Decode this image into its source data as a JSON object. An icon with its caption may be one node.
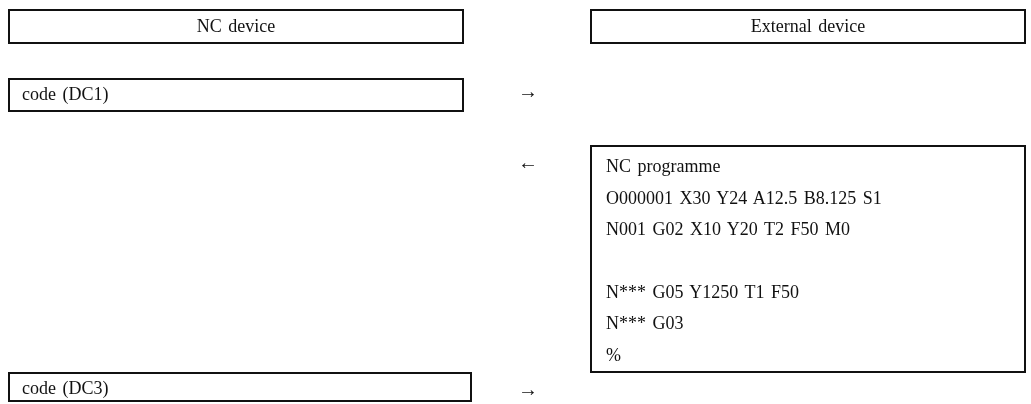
{
  "diagram": {
    "nodes": [
      {
        "text": [
          "NC device"
        ]
      },
      {
        "text": [
          "External device"
        ]
      },
      {
        "text": [
          "code (DC1)"
        ]
      },
      {
        "text": [
          "NC programme",
          "O000001 X30 Y24 A12.5 B8.125 S1",
          "N001 G02 X10 Y20 T2 F50 M0",
          "N*** G05 Y1250 T1 F50",
          "N*** G03",
          "%"
        ]
      },
      {
        "text": [
          "code (DC3)"
        ]
      }
    ],
    "labels": [
      "→",
      "←",
      "→"
    ]
  }
}
